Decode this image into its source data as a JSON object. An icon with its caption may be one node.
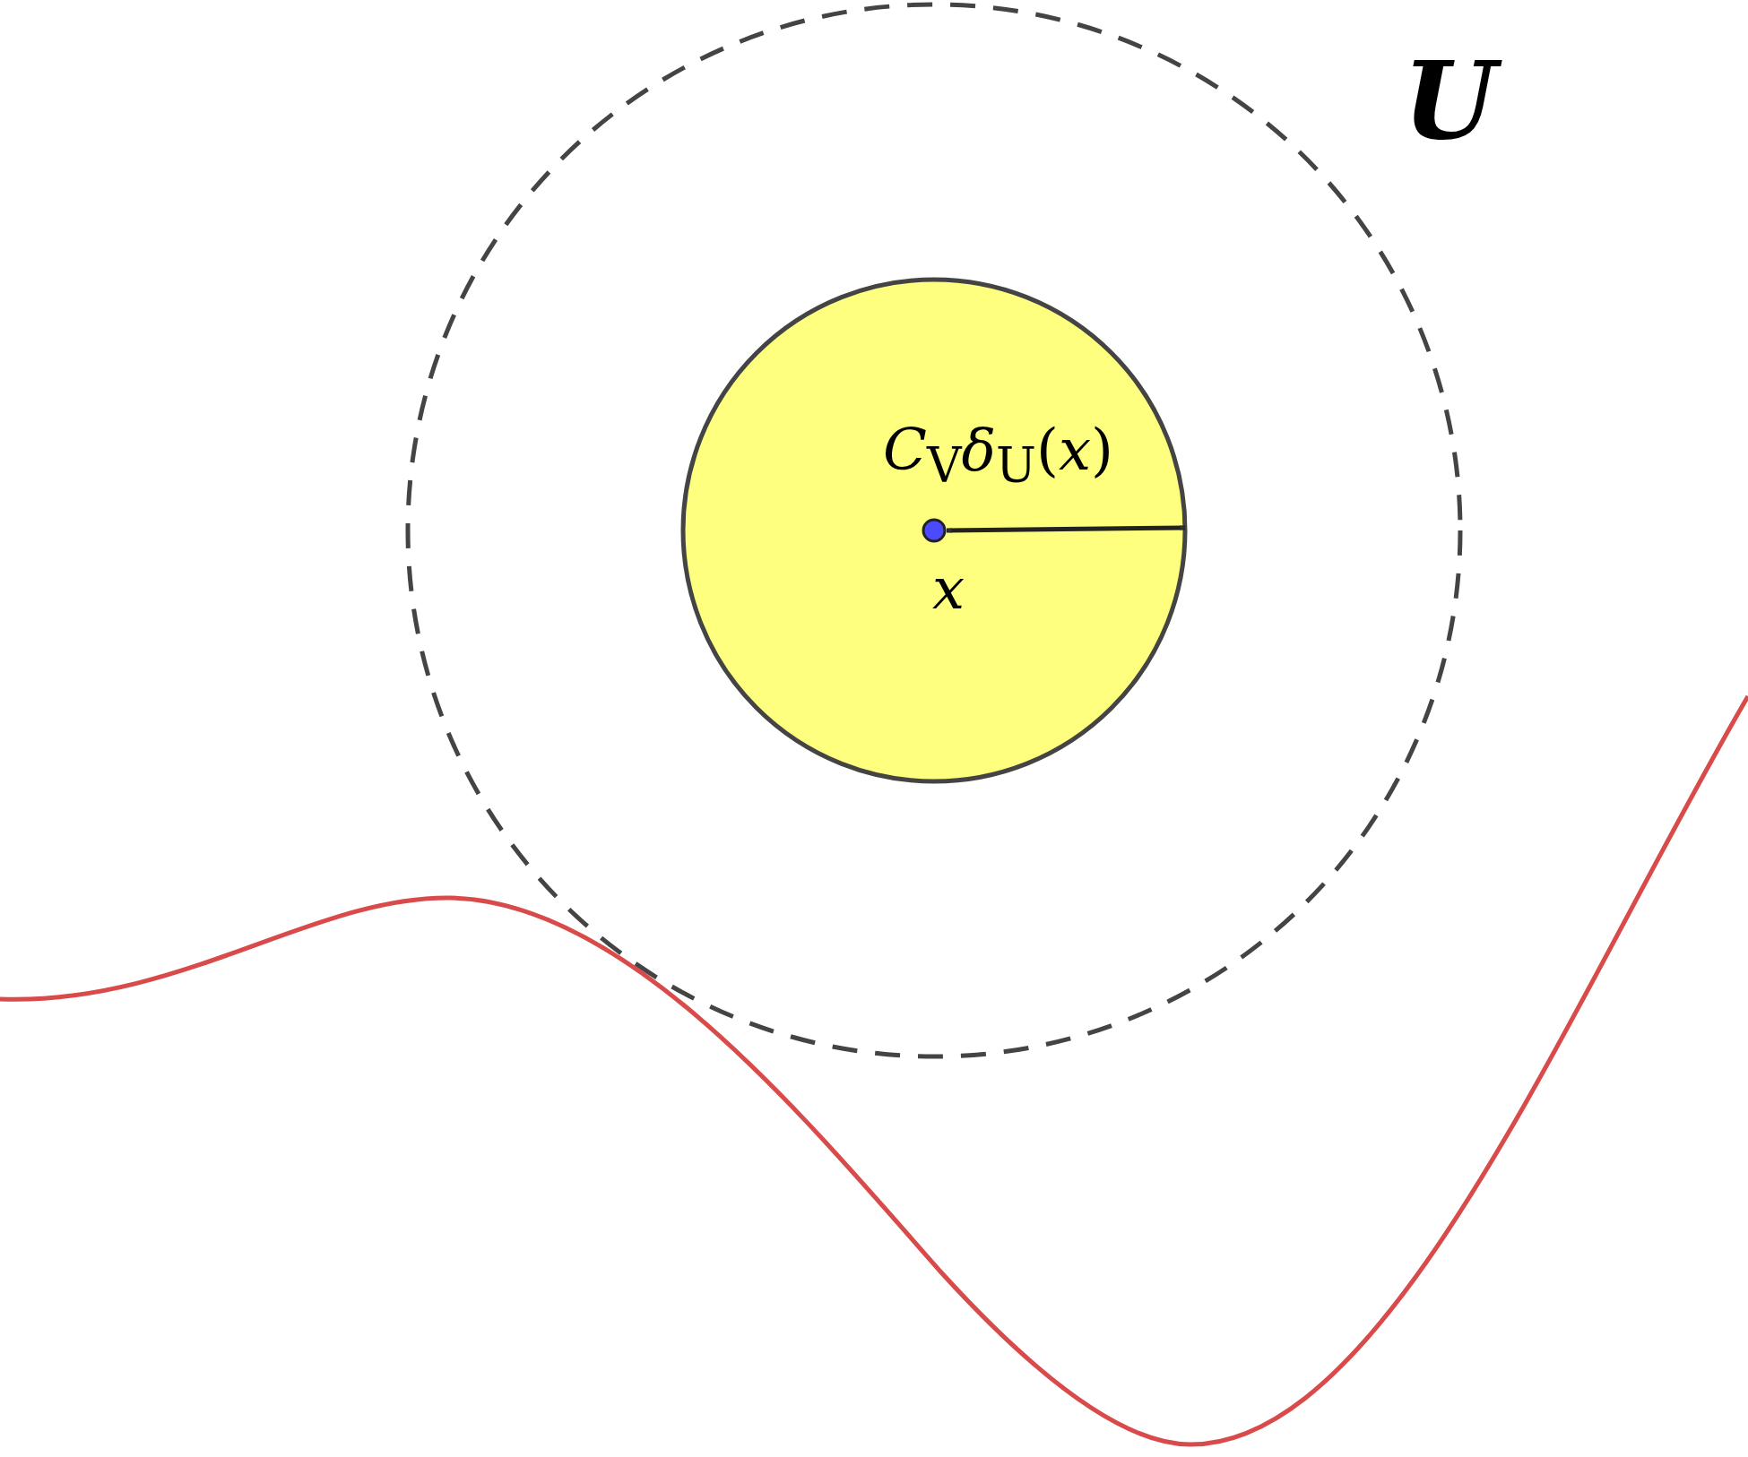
{
  "diagram": {
    "labels": [
      "U",
      "*C*$_{V}$*δ*$_{U}$(*x*)",
      "x"
    ]
  }
}
